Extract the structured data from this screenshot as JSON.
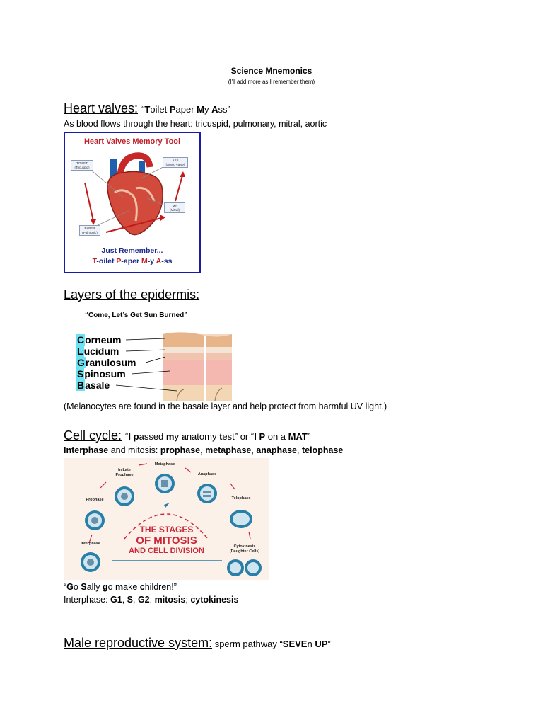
{
  "doc": {
    "title": "Science Mnemonics",
    "subtitle": "(I'll add more as I remember them)"
  },
  "heart": {
    "heading": "Heart valves:",
    "mnemonic": {
      "q1": "“",
      "t": "T",
      "oilet": "oilet ",
      "p": "P",
      "aper": "aper ",
      "m": "M",
      "y": "y ",
      "a": "A",
      "ss": "ss",
      "q2": "”"
    },
    "line": "As blood flows through the heart: tricuspid, pulmonary, mitral, aortic",
    "figure": {
      "title": "Heart Valves Memory Tool",
      "labels": {
        "toilet": "TOILET\n(Tricuspid)",
        "ass": "ASS\n(Aortic Valve)",
        "my": "MY\n(Mitral)",
        "paper": "PAPER\n(Pulmonic)"
      },
      "just": "Just Remember...",
      "tpma": {
        "t": "T",
        "oilet": "-oilet ",
        "p": "P",
        "aper": "-aper ",
        "m": "M",
        "y": "-y ",
        "a": "A",
        "ss": "-ss"
      }
    }
  },
  "epidermis": {
    "heading": "Layers of the epidermis:",
    "figure_title": "“Come, Let’s Get Sun Burned”",
    "layers": [
      {
        "first": "C",
        "rest": "orneum"
      },
      {
        "first": "L",
        "rest": "ucidum"
      },
      {
        "first": "G",
        "rest": "ranulosum"
      },
      {
        "first": "S",
        "rest": "pinosum"
      },
      {
        "first": "B",
        "rest": "asale"
      }
    ],
    "note": "(Melanocytes are found in the basale layer and help protect from harmful UV light.)"
  },
  "cell_cycle": {
    "heading": "Cell cycle:",
    "mnemonic_parts": [
      "“",
      "I",
      " ",
      "p",
      "assed ",
      "m",
      "y ",
      "a",
      "natomy ",
      "t",
      "est” or “",
      "I P",
      " on a ",
      "MAT",
      "”"
    ],
    "line_parts": [
      "Interphase",
      " and mitosis: ",
      "prophase",
      ", ",
      "metaphase",
      ", ",
      "anaphase",
      ", ",
      "telophase"
    ],
    "figure": {
      "phases": {
        "interphase": "Interphase",
        "prophase": "Prophase",
        "late_prophase": "In Late\nProphase",
        "metaphase": "Metaphase",
        "anaphase": "Anaphase",
        "telophase": "Telophase",
        "cytokinesis": "Cytokinesis\n(Daughter Cells)"
      },
      "title1": "THE STAGES",
      "title2": "OF MITOSIS",
      "title3": "AND CELL DIVISION"
    },
    "go_sally_parts": [
      "“",
      "G",
      "o ",
      "S",
      "ally ",
      "g",
      "o ",
      "m",
      "ake ",
      "c",
      "hildren!”"
    ],
    "interphase_parts": [
      "Interphase: ",
      "G1",
      ", ",
      "S",
      ", ",
      "G2",
      "; ",
      "mitosis",
      "; ",
      "cytokinesis"
    ]
  },
  "male": {
    "heading": "Male reproductive system:",
    "rest_parts": [
      " sperm pathway “",
      "SEVE",
      "n ",
      "UP",
      "”"
    ]
  },
  "colors": {
    "heart_border": "#1a1aa8",
    "heart_title": "#c0202a",
    "highlight": "#6ee2f2",
    "mitosis_red": "#c9283a",
    "cell_blue": "#2a7fa8"
  }
}
